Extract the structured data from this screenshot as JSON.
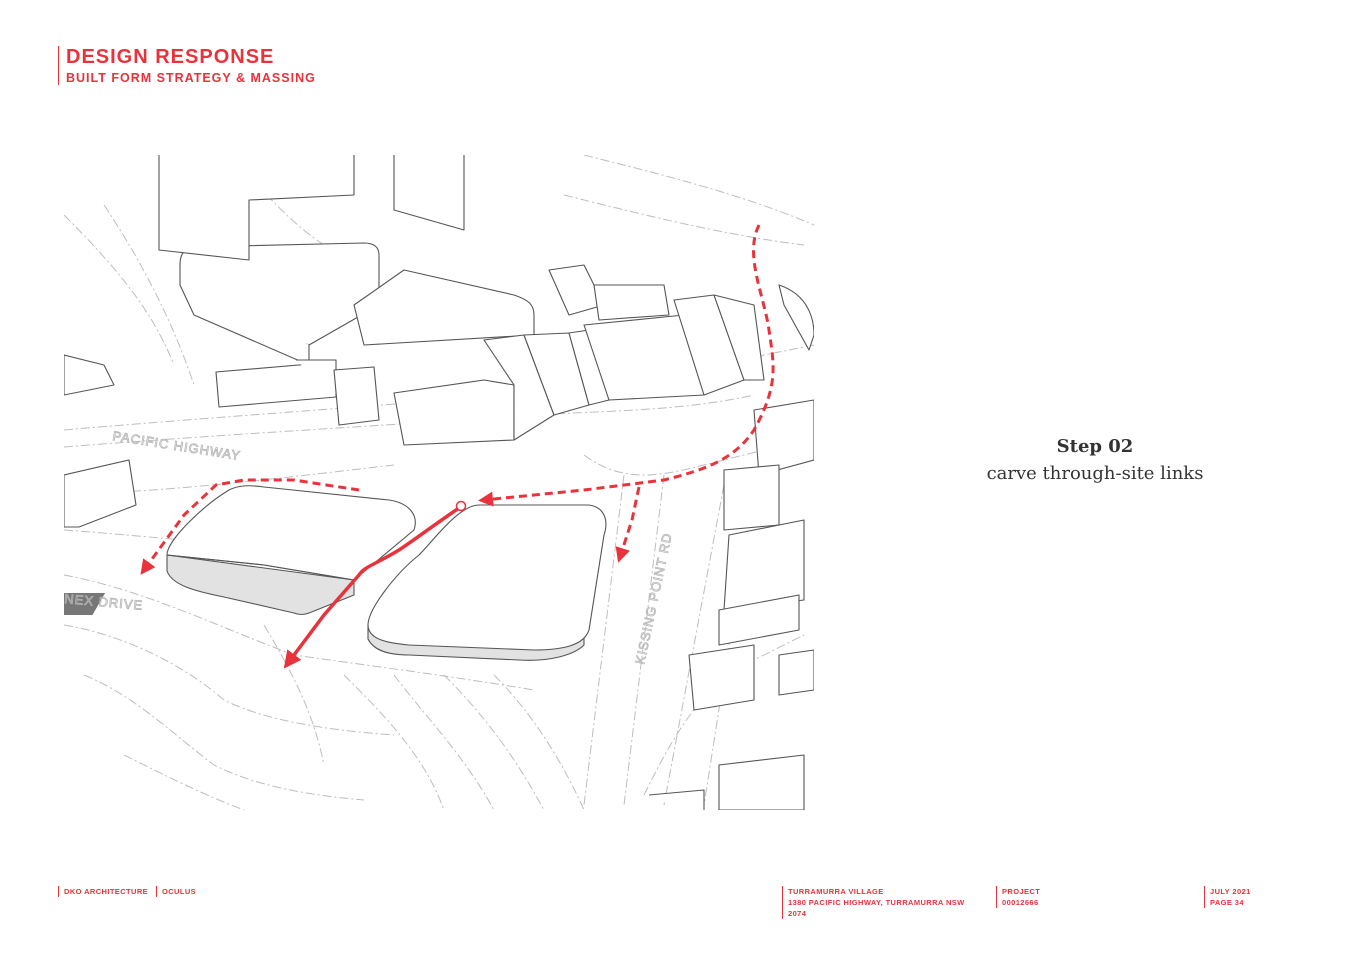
{
  "header": {
    "title": "DESIGN RESPONSE",
    "subtitle": "BUILT FORM STRATEGY & MASSING"
  },
  "diagram": {
    "street_labels": {
      "pacific_highway": "PACIFIC HIGHWAY",
      "annex_drive": "NEX DRIVE",
      "kissing_point_rd": "KISSING POINT RD"
    },
    "colors": {
      "accent": "#e8323c",
      "linework": "#555555",
      "contours": "#bdbdbd",
      "podium_side": "#e2e2e2"
    }
  },
  "step": {
    "title": "Step 02",
    "caption": "carve through-site links"
  },
  "footer": {
    "firm": "DKO ARCHITECTURE",
    "client": "OCULUS",
    "project_name": "TURRAMURRA VILLAGE",
    "project_address": "1380 PACIFIC HIGHWAY, TURRAMURRA NSW 2074",
    "project_label": "PROJECT",
    "project_number": "00012666",
    "date": "JULY 2021",
    "page": "PAGE 34"
  }
}
